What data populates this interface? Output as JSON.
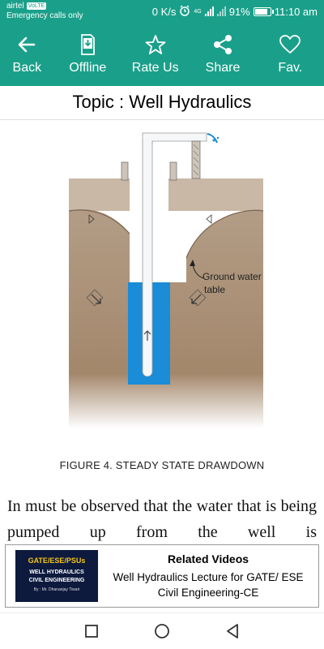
{
  "status_bar": {
    "carrier": "airtel",
    "volte": "VoLTE",
    "carrier_sub": "Emergency calls only",
    "network_speed": "0 K/s",
    "network_type": "4G",
    "battery_text": "91%",
    "battery_level": 0.91,
    "time": "11:10 am"
  },
  "toolbar": {
    "back_label": "Back",
    "offline_label": "Offline",
    "rate_label": "Rate Us",
    "share_label": "Share",
    "fav_label": "Fav."
  },
  "topic": "Topic : Well Hydraulics",
  "figure": {
    "annotation_line1": "Ground water",
    "annotation_line2": "table",
    "caption": "FIGURE 4.  STEADY STATE DRAWDOWN"
  },
  "body_text": "In must be observed that the water that is being pumped up from the well is",
  "ad": {
    "thumb_line1": "GATE/ESE/PSUs",
    "thumb_line2": "WELL HYDRAULICS",
    "thumb_line3": "CIVIL ENGINEERING",
    "thumb_line4": "By : Mr. Dhananjay Tiwari",
    "title": "Related Videos",
    "description": "Well Hydraulics Lecture for GATE/ ESE Civil Engineering-CE"
  },
  "colors": {
    "accent": "#1aa08a",
    "ground": "#a38a70",
    "water": "#1a8cd8"
  }
}
